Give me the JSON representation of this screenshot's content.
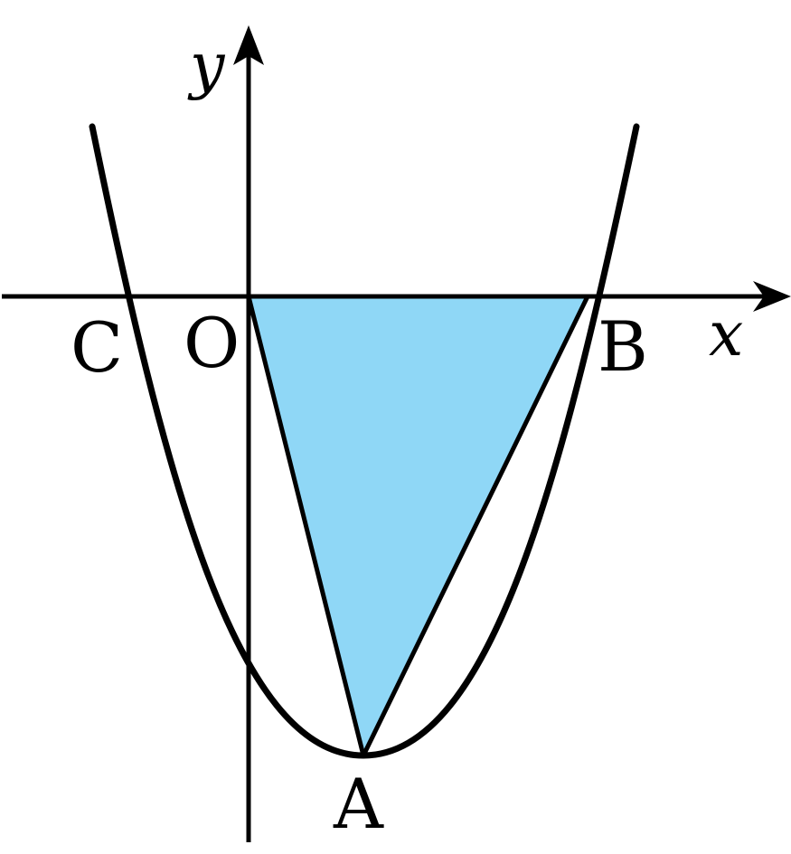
{
  "diagram": {
    "axes": {
      "x_label": "x",
      "y_label": "y"
    },
    "points": {
      "origin": "O",
      "a": "A",
      "b": "B",
      "c": "C"
    },
    "colors": {
      "shaded_triangle": "#8fd7f6",
      "lines": "#000000",
      "background": "#ffffff"
    }
  }
}
